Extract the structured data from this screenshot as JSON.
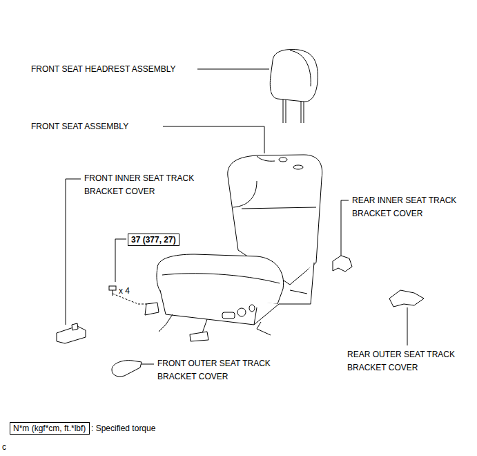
{
  "diagram": {
    "nodes": [
      {
        "text": [
          "37 (377, 27)"
        ]
      },
      {
        "text": [
          "N*m (kgf*cm, ft.*lbf)"
        ]
      }
    ],
    "labels": [
      "FRONT SEAT HEADREST ASSEMBLY",
      "FRONT SEAT ASSEMBLY",
      "FRONT INNER SEAT TRACK BRACKET COVER",
      "REAR INNER SEAT TRACK BRACKET COVER",
      "x 4",
      "REAR OUTER SEAT TRACK BRACKET COVER",
      "FRONT OUTER SEAT TRACK BRACKET COVER",
      ": Specified torque",
      "c"
    ]
  }
}
